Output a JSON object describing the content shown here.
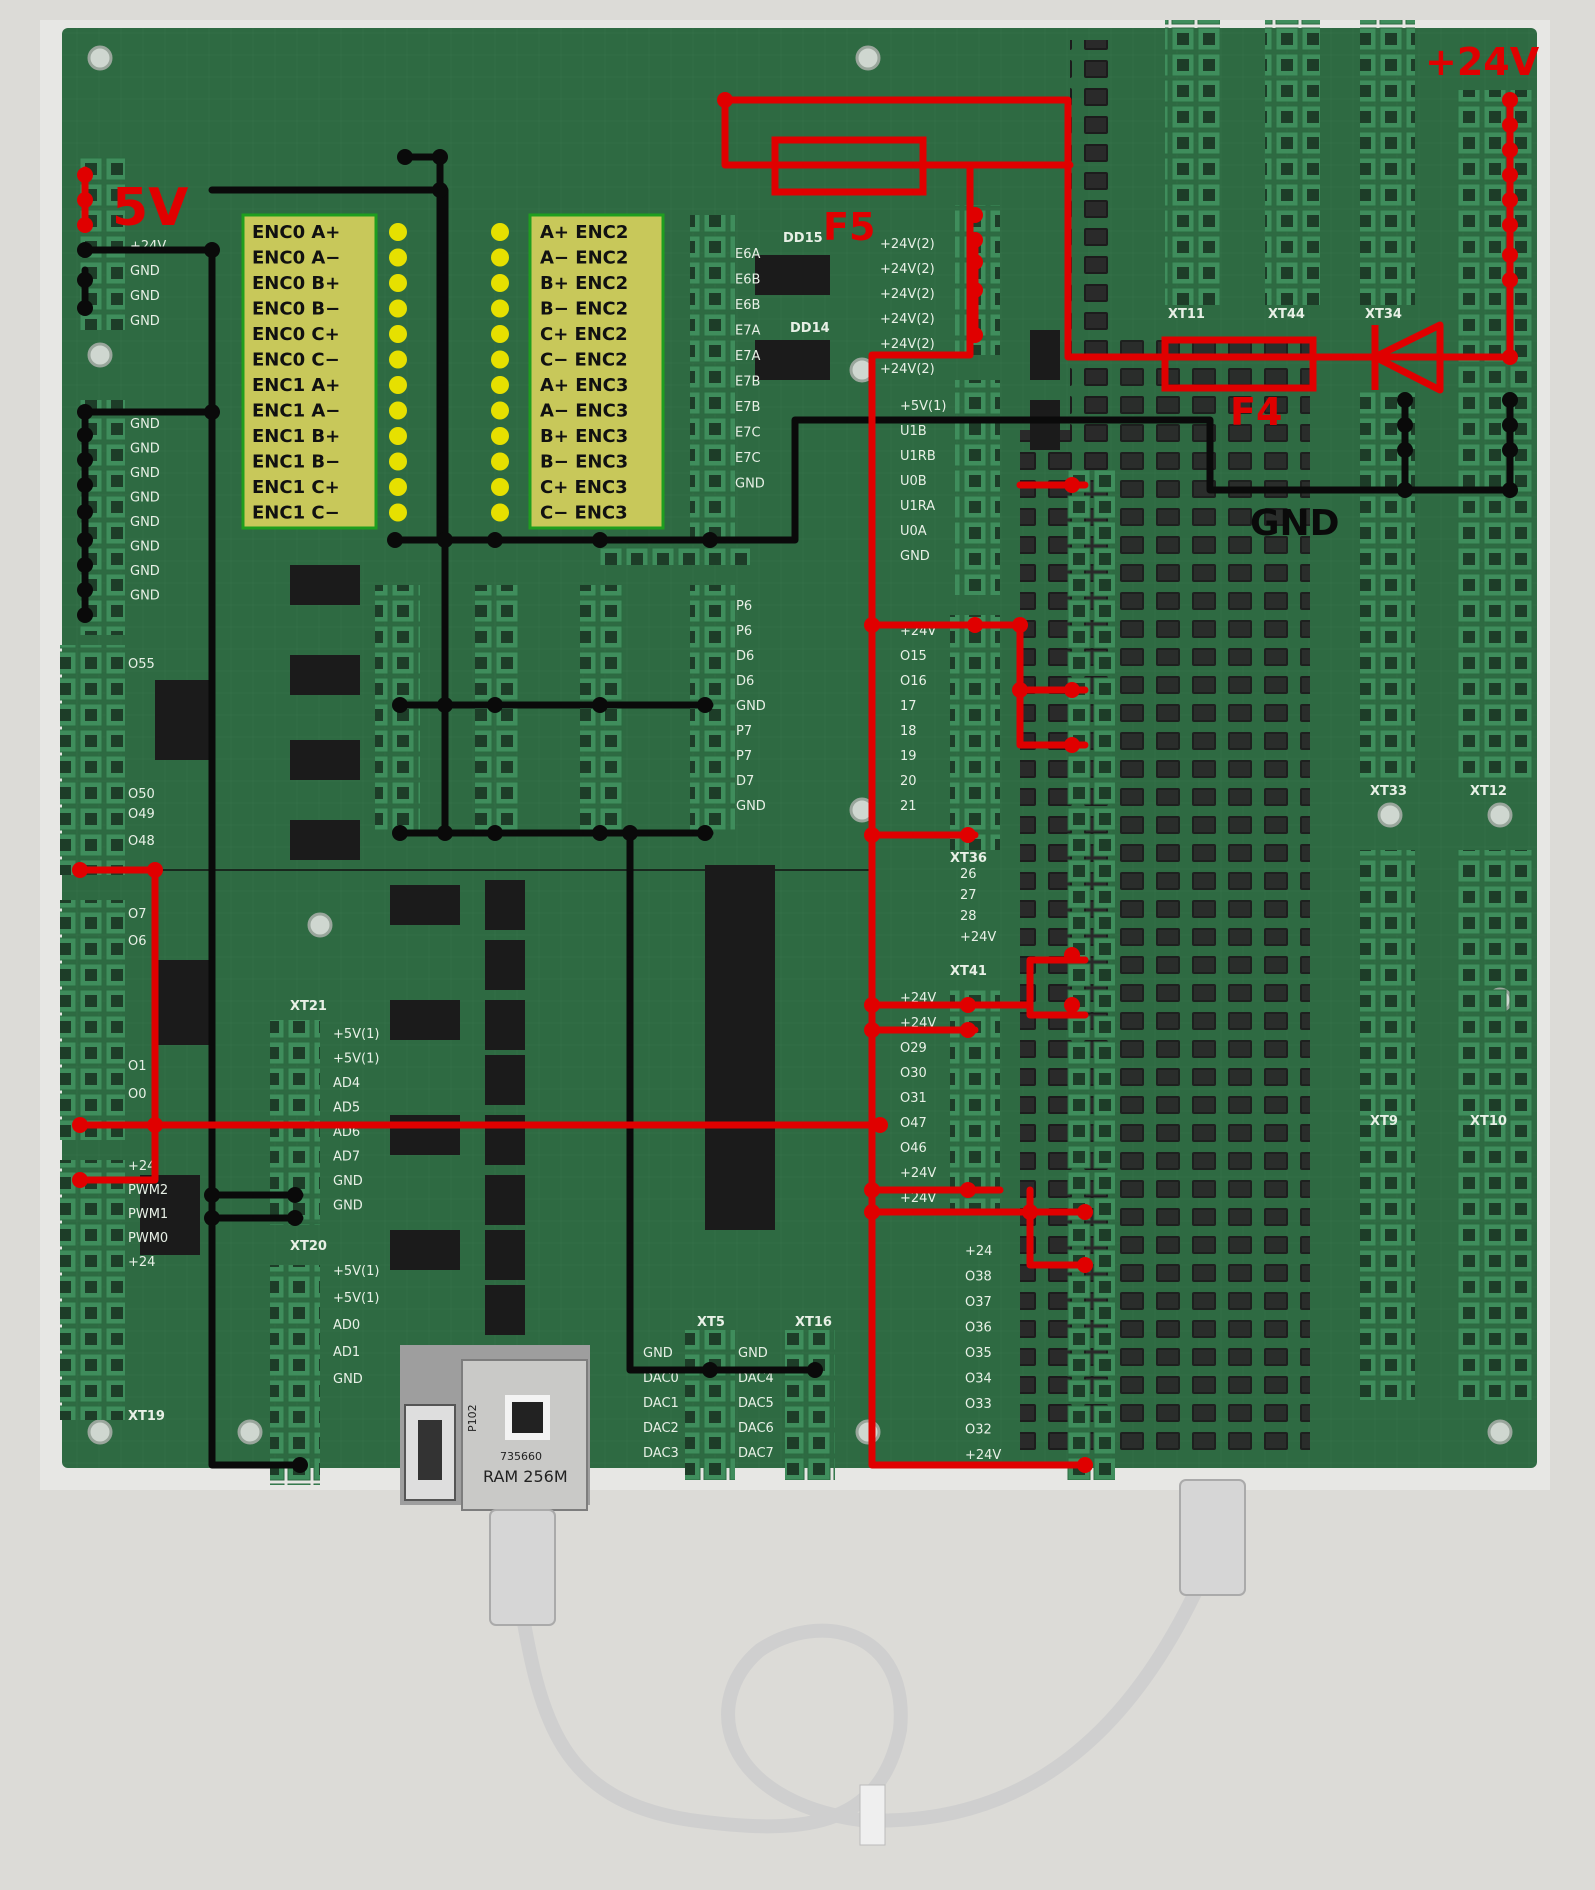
{
  "power": {
    "v5": "5V",
    "v24": "+24V",
    "gnd": "GND",
    "fuse_f5": "F5",
    "fuse_f4": "F4"
  },
  "encoder_left": [
    "ENC0 A+",
    "ENC0 A−",
    "ENC0 B+",
    "ENC0 B−",
    "ENC0 C+",
    "ENC0 C−",
    "ENC1 A+",
    "ENC1 A−",
    "ENC1 B+",
    "ENC1 B−",
    "ENC1 C+",
    "ENC1 C−"
  ],
  "encoder_right": [
    "A+ ENC2",
    "A− ENC2",
    "B+ ENC2",
    "B− ENC2",
    "C+ ENC2",
    "C− ENC2",
    "A+ ENC3",
    "A− ENC3",
    "B+ ENC3",
    "B− ENC3",
    "C+ ENC3",
    "C− ENC3"
  ],
  "chips": {
    "dd15": "DD15",
    "dd14": "DD14"
  },
  "connectors": {
    "xt11": "XT11",
    "xt44": "XT44",
    "xt34": "XT34",
    "xt33": "XT33",
    "xt12": "XT12",
    "xt36": "XT36",
    "xt41": "XT41",
    "xt21": "XT21",
    "xt20": "XT20",
    "xt19": "XT19",
    "xt5": "XT5",
    "xt16": "XT16",
    "xt9": "XT9",
    "xt10": "XT10"
  },
  "pins": {
    "top_left": [
      "+24V",
      "GND",
      "GND",
      "GND"
    ],
    "gnd_block": [
      "GND",
      "GND",
      "GND",
      "GND",
      "GND",
      "GND",
      "GND",
      "GND"
    ],
    "left_outputs": [
      "O55",
      "O50",
      "O49",
      "O48",
      "O7",
      "O6",
      "O1",
      "O0"
    ],
    "pwm": [
      "+24",
      "PWM2",
      "PWM1",
      "PWM0",
      "+24"
    ],
    "xt21": [
      "+5V(1)",
      "+5V(1)",
      "AD4",
      "AD5",
      "AD6",
      "AD7",
      "GND",
      "GND"
    ],
    "xt20": [
      "+5V(1)",
      "+5V(1)",
      "AD0",
      "AD1",
      "GND"
    ],
    "pwr24_block": [
      "+24V(2)",
      "+24V(2)",
      "+24V(2)",
      "+24V(2)",
      "+24V(2)",
      "+24V(2)"
    ],
    "uart_block": [
      "+5V(1)",
      "U1B",
      "U1RB",
      "U0B",
      "U1RA",
      "U0A",
      "GND"
    ],
    "outputs_mid": [
      "+24V",
      "O15",
      "O16",
      "17",
      "18",
      "19",
      "20",
      "21"
    ],
    "outputs_mid2": [
      "26",
      "27",
      "28",
      "+24V"
    ],
    "outputs_lower": [
      "+24V",
      "+24V",
      "O29",
      "O30",
      "O31",
      "O47",
      "O46",
      "+24V",
      "+24V"
    ],
    "outputs_bottom": [
      "+24",
      "O38",
      "O37",
      "O36",
      "O35",
      "O34",
      "O33",
      "O32",
      "+24V"
    ],
    "enc_side": [
      "E6A",
      "E6B",
      "E6B",
      "E7A",
      "E7A",
      "E7B",
      "E7B",
      "E7C",
      "E7C",
      "GND"
    ],
    "io_side": [
      "P6",
      "P6",
      "D6",
      "D6",
      "GND",
      "P7",
      "P7",
      "D7",
      "GND"
    ],
    "dac_left": [
      "GND",
      "DAC0",
      "DAC1",
      "DAC2",
      "DAC3"
    ],
    "dac_right": [
      "GND",
      "DAC4",
      "DAC5",
      "DAC6",
      "DAC7"
    ]
  },
  "module": {
    "ram": "RAM 256M",
    "serial": "735660",
    "code": "P102"
  },
  "colors": {
    "board": "#2f6b43",
    "connector": "#5aa573",
    "red_wire": "#e00000",
    "black_wire": "#0a0a0a",
    "label_fill": "#c8c85a",
    "label_border": "#1f9e1f",
    "pin_dot": "#e6e000"
  }
}
